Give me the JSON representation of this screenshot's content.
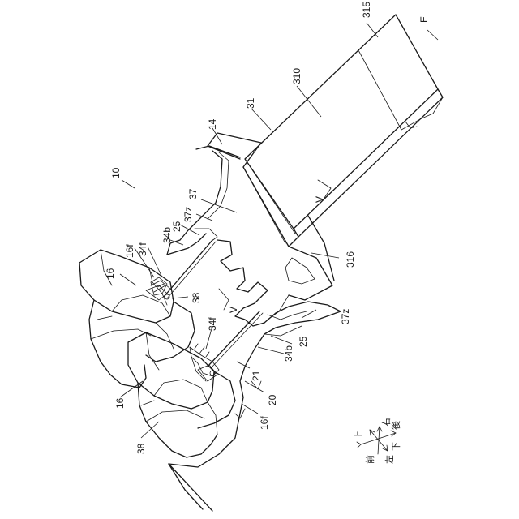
{
  "labels": {
    "l315": "315",
    "lE": "E",
    "l310": "310",
    "l31": "31",
    "l14": "14",
    "l10": "10",
    "l37": "37",
    "l37z_upper": "37z",
    "l25_upper": "25",
    "l34b_upper": "34b",
    "l16f_upper": "16f",
    "l34f_upper": "34f",
    "l16_upper": "16",
    "l38_upper": "38",
    "lV_upper": "V",
    "l316": "316",
    "lV_lower": "V",
    "l37z_lower": "37z",
    "l34f_lower": "34f",
    "l25_lower": "25",
    "l34b_lower": "34b",
    "l21": "21",
    "l20": "20",
    "l16_lower": "16",
    "l16f_lower": "16f",
    "l38_lower": "38"
  },
  "compass": {
    "up": "上",
    "right": "右",
    "rear": "後",
    "down": "下",
    "front": "前",
    "left": "左"
  },
  "colors": {
    "stroke": "#1a1a1a",
    "background": "#ffffff"
  }
}
